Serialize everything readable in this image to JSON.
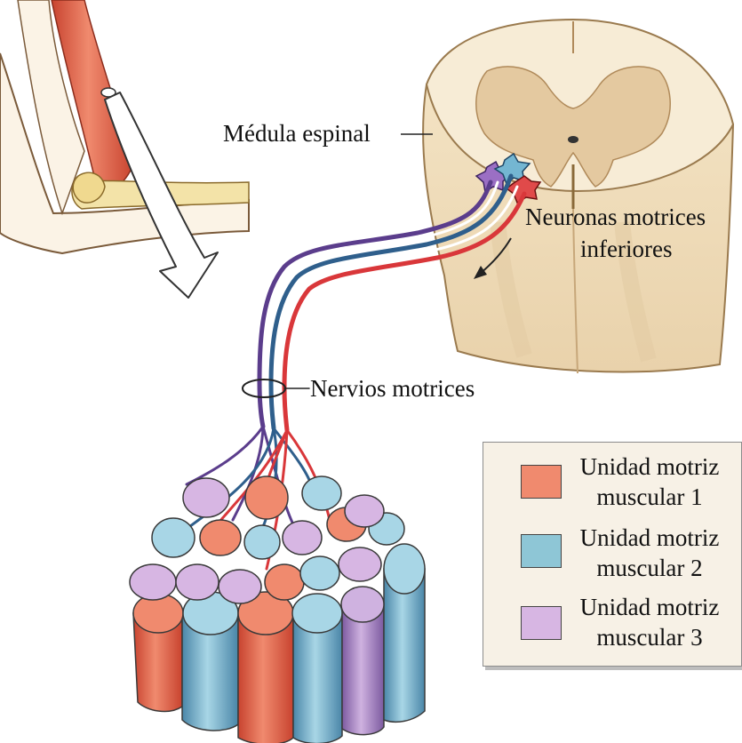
{
  "labels": {
    "spinal_cord": "Médula espinal",
    "lower_motor_neurons_line1": "Neuronas motrices",
    "lower_motor_neurons_line2": "inferiores",
    "motor_nerves": "Nervios motrices"
  },
  "legend": {
    "items": [
      {
        "line1": "Unidad motriz",
        "line2": "muscular 1",
        "color": "#f08a6e"
      },
      {
        "line1": "Unidad motriz",
        "line2": "muscular 2",
        "color": "#8ec6d6"
      },
      {
        "line1": "Unidad motriz",
        "line2": "muscular 3",
        "color": "#d7b6e3"
      }
    ]
  },
  "colors": {
    "cord_white_matter": "#f7ecd6",
    "cord_grey_matter": "#e4c9a0",
    "muscle_red": "#e46a4f",
    "nerve_red": "#d9373a",
    "nerve_blue": "#2f5f8c",
    "nerve_purple": "#5b3d8c",
    "bone": "#f3e3a8"
  }
}
